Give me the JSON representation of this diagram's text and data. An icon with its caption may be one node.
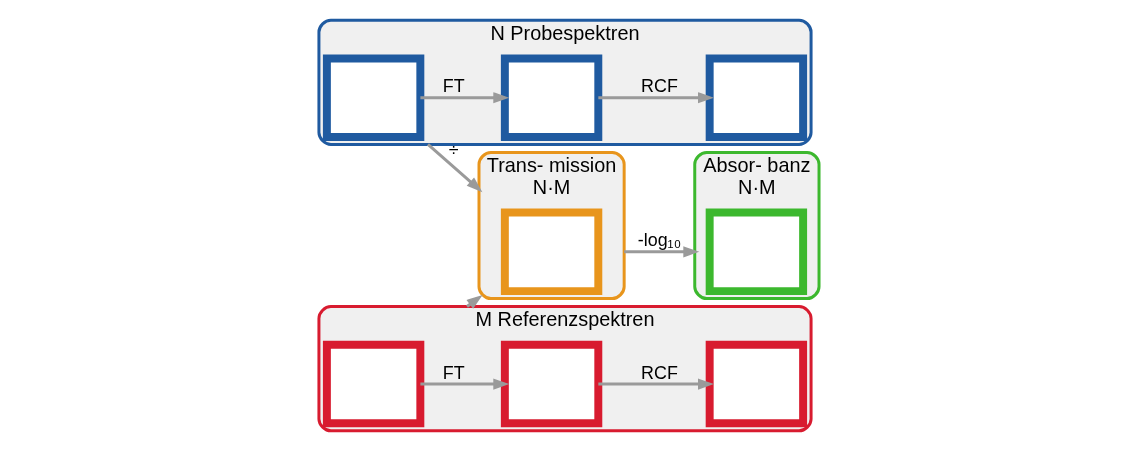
{
  "diagram": {
    "nodes": [
      {
        "text": [
          "N Probespektren"
        ]
      },
      {
        "text": [],
        "shape": "box",
        "in": 0
      },
      {
        "text": [],
        "shape": "box",
        "in": 0
      },
      {
        "text": [],
        "shape": "box",
        "in": 0
      },
      {
        "text": [
          "M Referenzspektren"
        ]
      },
      {
        "text": [],
        "shape": "box",
        "in": 4
      },
      {
        "text": [],
        "shape": "box",
        "in": 4
      },
      {
        "text": [],
        "shape": "box",
        "in": 4
      },
      {
        "text": [
          "Trans- mission",
          "N·M"
        ]
      },
      {
        "text": [],
        "shape": "box",
        "in": 8
      },
      {
        "text": [
          "Absor- banz",
          "N·M"
        ]
      },
      {
        "text": [],
        "shape": "box",
        "in": 10
      }
    ],
    "edges": [
      {
        "from": 1,
        "to": 2,
        "arrow": "to",
        "label": "FT"
      },
      {
        "from": 2,
        "to": 3,
        "arrow": "to",
        "label": "RCF"
      },
      {
        "from": 5,
        "to": 6,
        "arrow": "to",
        "label": "FT"
      },
      {
        "from": 6,
        "to": 7,
        "arrow": "to",
        "label": "RCF"
      },
      {
        "from": 0,
        "to": 8,
        "arrow": "to",
        "label": "÷"
      },
      {
        "from": 4,
        "to": 8,
        "arrow": "to"
      },
      {
        "from": 8,
        "to": 10,
        "arrow": "to",
        "label": "-log₁₀"
      }
    ]
  }
}
